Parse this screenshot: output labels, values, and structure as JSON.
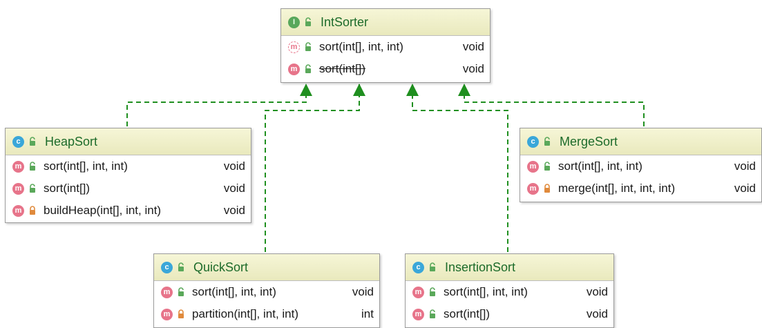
{
  "interface": {
    "name": "IntSorter",
    "kind_icon": "I",
    "members": [
      {
        "signature": "sort(int[], int, int)",
        "type": "void",
        "abstract": true,
        "visibility": "public",
        "deprecated": false
      },
      {
        "signature": "sort(int[])",
        "type": "void",
        "abstract": false,
        "visibility": "public",
        "deprecated": true
      }
    ]
  },
  "classes": {
    "heapsort": {
      "name": "HeapSort",
      "kind_icon": "c",
      "members": [
        {
          "signature": "sort(int[], int, int)",
          "type": "void",
          "visibility": "public"
        },
        {
          "signature": "sort(int[])",
          "type": "void",
          "visibility": "public"
        },
        {
          "signature": "buildHeap(int[], int, int)",
          "type": "void",
          "visibility": "private"
        }
      ]
    },
    "mergesort": {
      "name": "MergeSort",
      "kind_icon": "c",
      "members": [
        {
          "signature": "sort(int[], int, int)",
          "type": "void",
          "visibility": "public"
        },
        {
          "signature": "merge(int[], int, int, int)",
          "type": "void",
          "visibility": "private"
        }
      ]
    },
    "quicksort": {
      "name": "QuickSort",
      "kind_icon": "c",
      "members": [
        {
          "signature": "sort(int[], int, int)",
          "type": "void",
          "visibility": "public"
        },
        {
          "signature": "partition(int[], int, int)",
          "type": "int",
          "visibility": "private"
        }
      ]
    },
    "insertionsort": {
      "name": "InsertionSort",
      "kind_icon": "c",
      "members": [
        {
          "signature": "sort(int[], int, int)",
          "type": "void",
          "visibility": "public"
        },
        {
          "signature": "sort(int[])",
          "type": "void",
          "visibility": "public"
        }
      ]
    }
  },
  "method_icon": "m",
  "colors": {
    "connector": "#1f8f1f",
    "header_bg": "#f1f1cf",
    "class_icon": "#3aa7d9",
    "interface_icon": "#58a75b",
    "method_icon": "#e7748a",
    "public_lock": "#5aa85a",
    "private_lock": "#e08a3c"
  }
}
